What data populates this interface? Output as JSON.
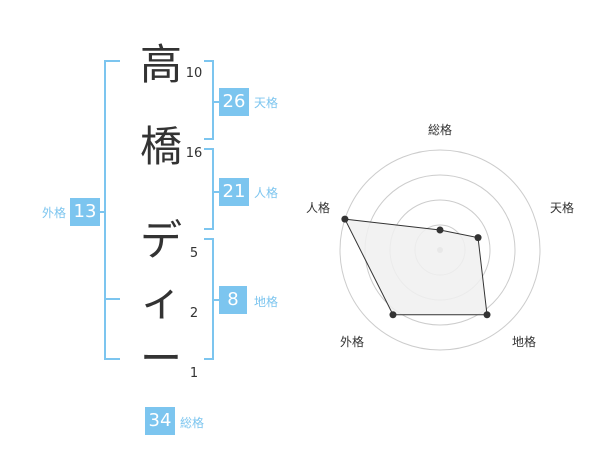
{
  "name_chars": [
    "高",
    "橋",
    "デ",
    "ィ",
    "ー"
  ],
  "strokes": [
    "10",
    "16",
    "5",
    "2",
    "1"
  ],
  "tenkaku": {
    "label": "天格",
    "value": "26"
  },
  "jinkaku": {
    "label": "人格",
    "value": "21"
  },
  "chikaku": {
    "label": "地格",
    "value": "8"
  },
  "gaikaku": {
    "label": "外格",
    "value": "13"
  },
  "soukaku": {
    "label": "総格",
    "value": "34"
  },
  "chart_data": {
    "type": "radar",
    "axes": [
      "総格",
      "天格",
      "地格",
      "外格",
      "人格"
    ],
    "values": [
      1,
      2,
      4,
      4,
      5
    ],
    "rmax": 5,
    "rings": 4,
    "fill": "#f0f0f0",
    "stroke": "#333333",
    "grid_color": "#cccccc"
  },
  "colors": {
    "accent": "#7cc5ef",
    "text": "#333333"
  }
}
